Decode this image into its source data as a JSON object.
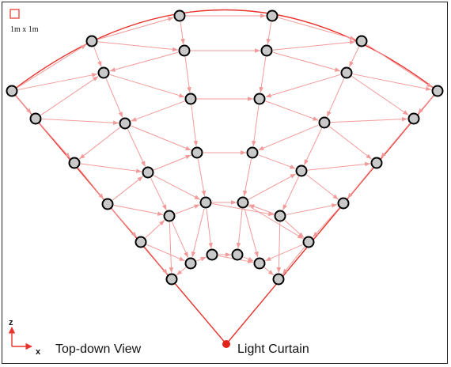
{
  "scale_label": "1m x 1m",
  "axis": {
    "vertical": "z",
    "horizontal": "x"
  },
  "view_label": "Top-down View",
  "source_label": "Light Curtain",
  "colors": {
    "edge": "#f29a9a",
    "boundary": "#e8322b",
    "node_fill": "#c9c9c9",
    "node_stroke": "#000000",
    "source": "#e2231a"
  }
}
